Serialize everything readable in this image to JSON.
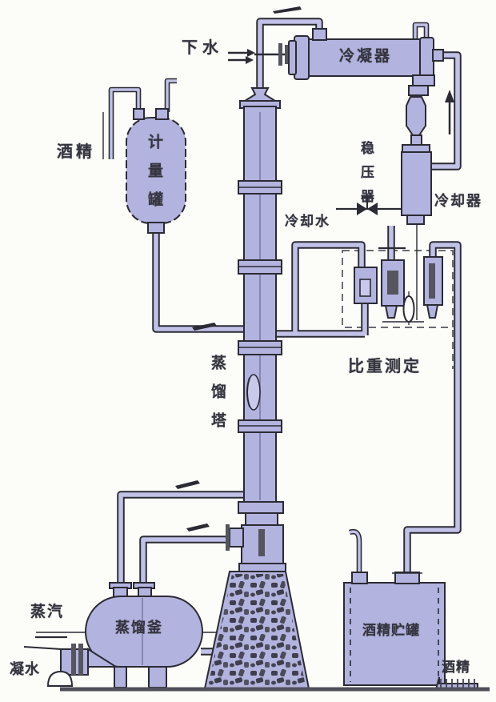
{
  "diagram_title": "ethanol-distillation-apparatus",
  "labels": {
    "drain_water": "下水",
    "condenser": "冷凝器",
    "alcohol_feed": "酒精",
    "metering_tank": "计量罐",
    "pressure_stabilizer": "稳压器",
    "cooler": "冷却器",
    "cooling_water": "冷却水",
    "distillation_column": "蒸馏塔",
    "gravity_measurement": "比重测定",
    "steam": "蒸汽",
    "distillation_kettle": "蒸馏釜",
    "condensate": "凝水",
    "alcohol_storage_tank": "酒精贮罐",
    "alcohol_out": "酒精"
  },
  "colors": {
    "paper": "#fcfcf9",
    "vessel_fill": "#b3b3df",
    "vessel_light": "#c9c9ec",
    "pipe_fill": "#c2c2e8",
    "outline": "#2b2b34",
    "mid": "#55555f",
    "ink": "#34343e",
    "ground": "#50505a"
  }
}
